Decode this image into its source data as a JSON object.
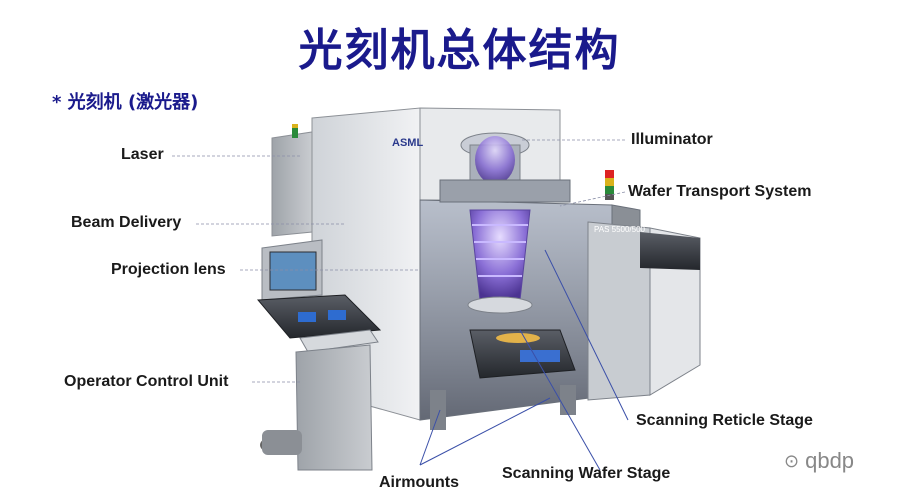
{
  "title": "光刻机总体结构",
  "subtitle": "* 光刻机 (激光器)",
  "labels": {
    "laser": "Laser",
    "beam_delivery": "Beam Delivery",
    "projection_lens": "Projection lens",
    "operator_control_unit": "Operator Control Unit",
    "illuminator": "Illuminator",
    "wafer_transport_system": "Wafer Transport System",
    "scanning_reticle_stage": "Scanning Reticle Stage",
    "scanning_wafer_stage": "Scanning Wafer Stage",
    "airmounts": "Airmounts"
  },
  "machine": {
    "brand": "ASML",
    "model": "PAS 5500/500"
  },
  "watermark": "qbdp",
  "colors": {
    "title": "#1a1a8c",
    "lens_purple": "#8a6fd6",
    "leader_line": "#3a4fa8"
  }
}
